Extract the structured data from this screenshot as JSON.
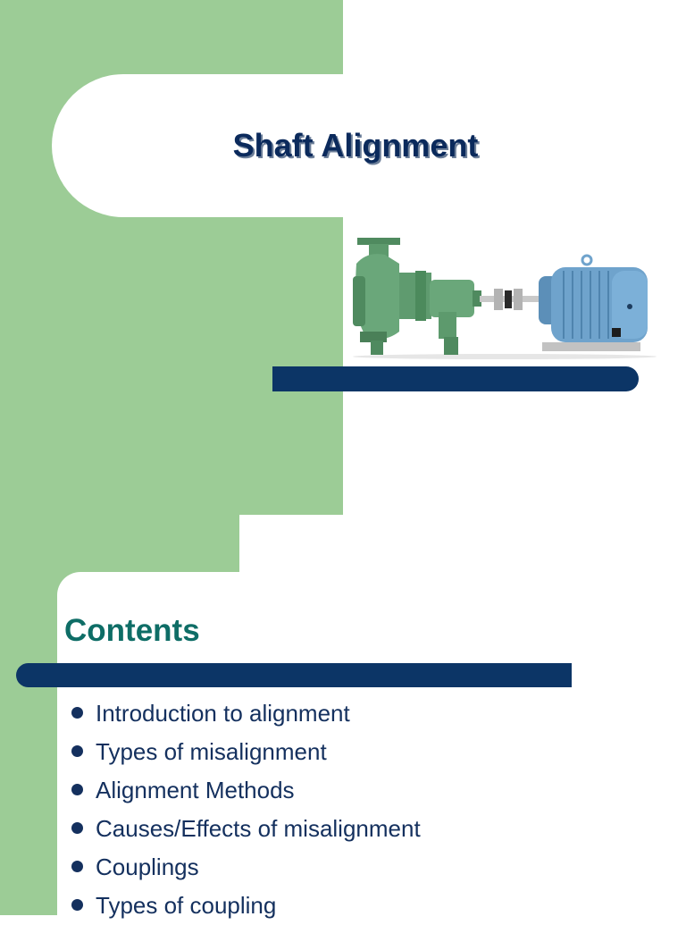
{
  "slide1": {
    "title": "Shaft Alignment",
    "image_icon": "pump-motor-illustration",
    "colors": {
      "panel": "#9ccc96",
      "accent_bar": "#0c3566",
      "title": "#0b2a5c"
    }
  },
  "slide2": {
    "title": "Contents",
    "items": [
      "Introduction to alignment",
      "Types of misalignment",
      "Alignment Methods",
      "Causes/Effects of misalignment",
      "Couplings",
      "Types of coupling"
    ],
    "colors": {
      "title": "#0e6d66",
      "text": "#14305e"
    }
  }
}
